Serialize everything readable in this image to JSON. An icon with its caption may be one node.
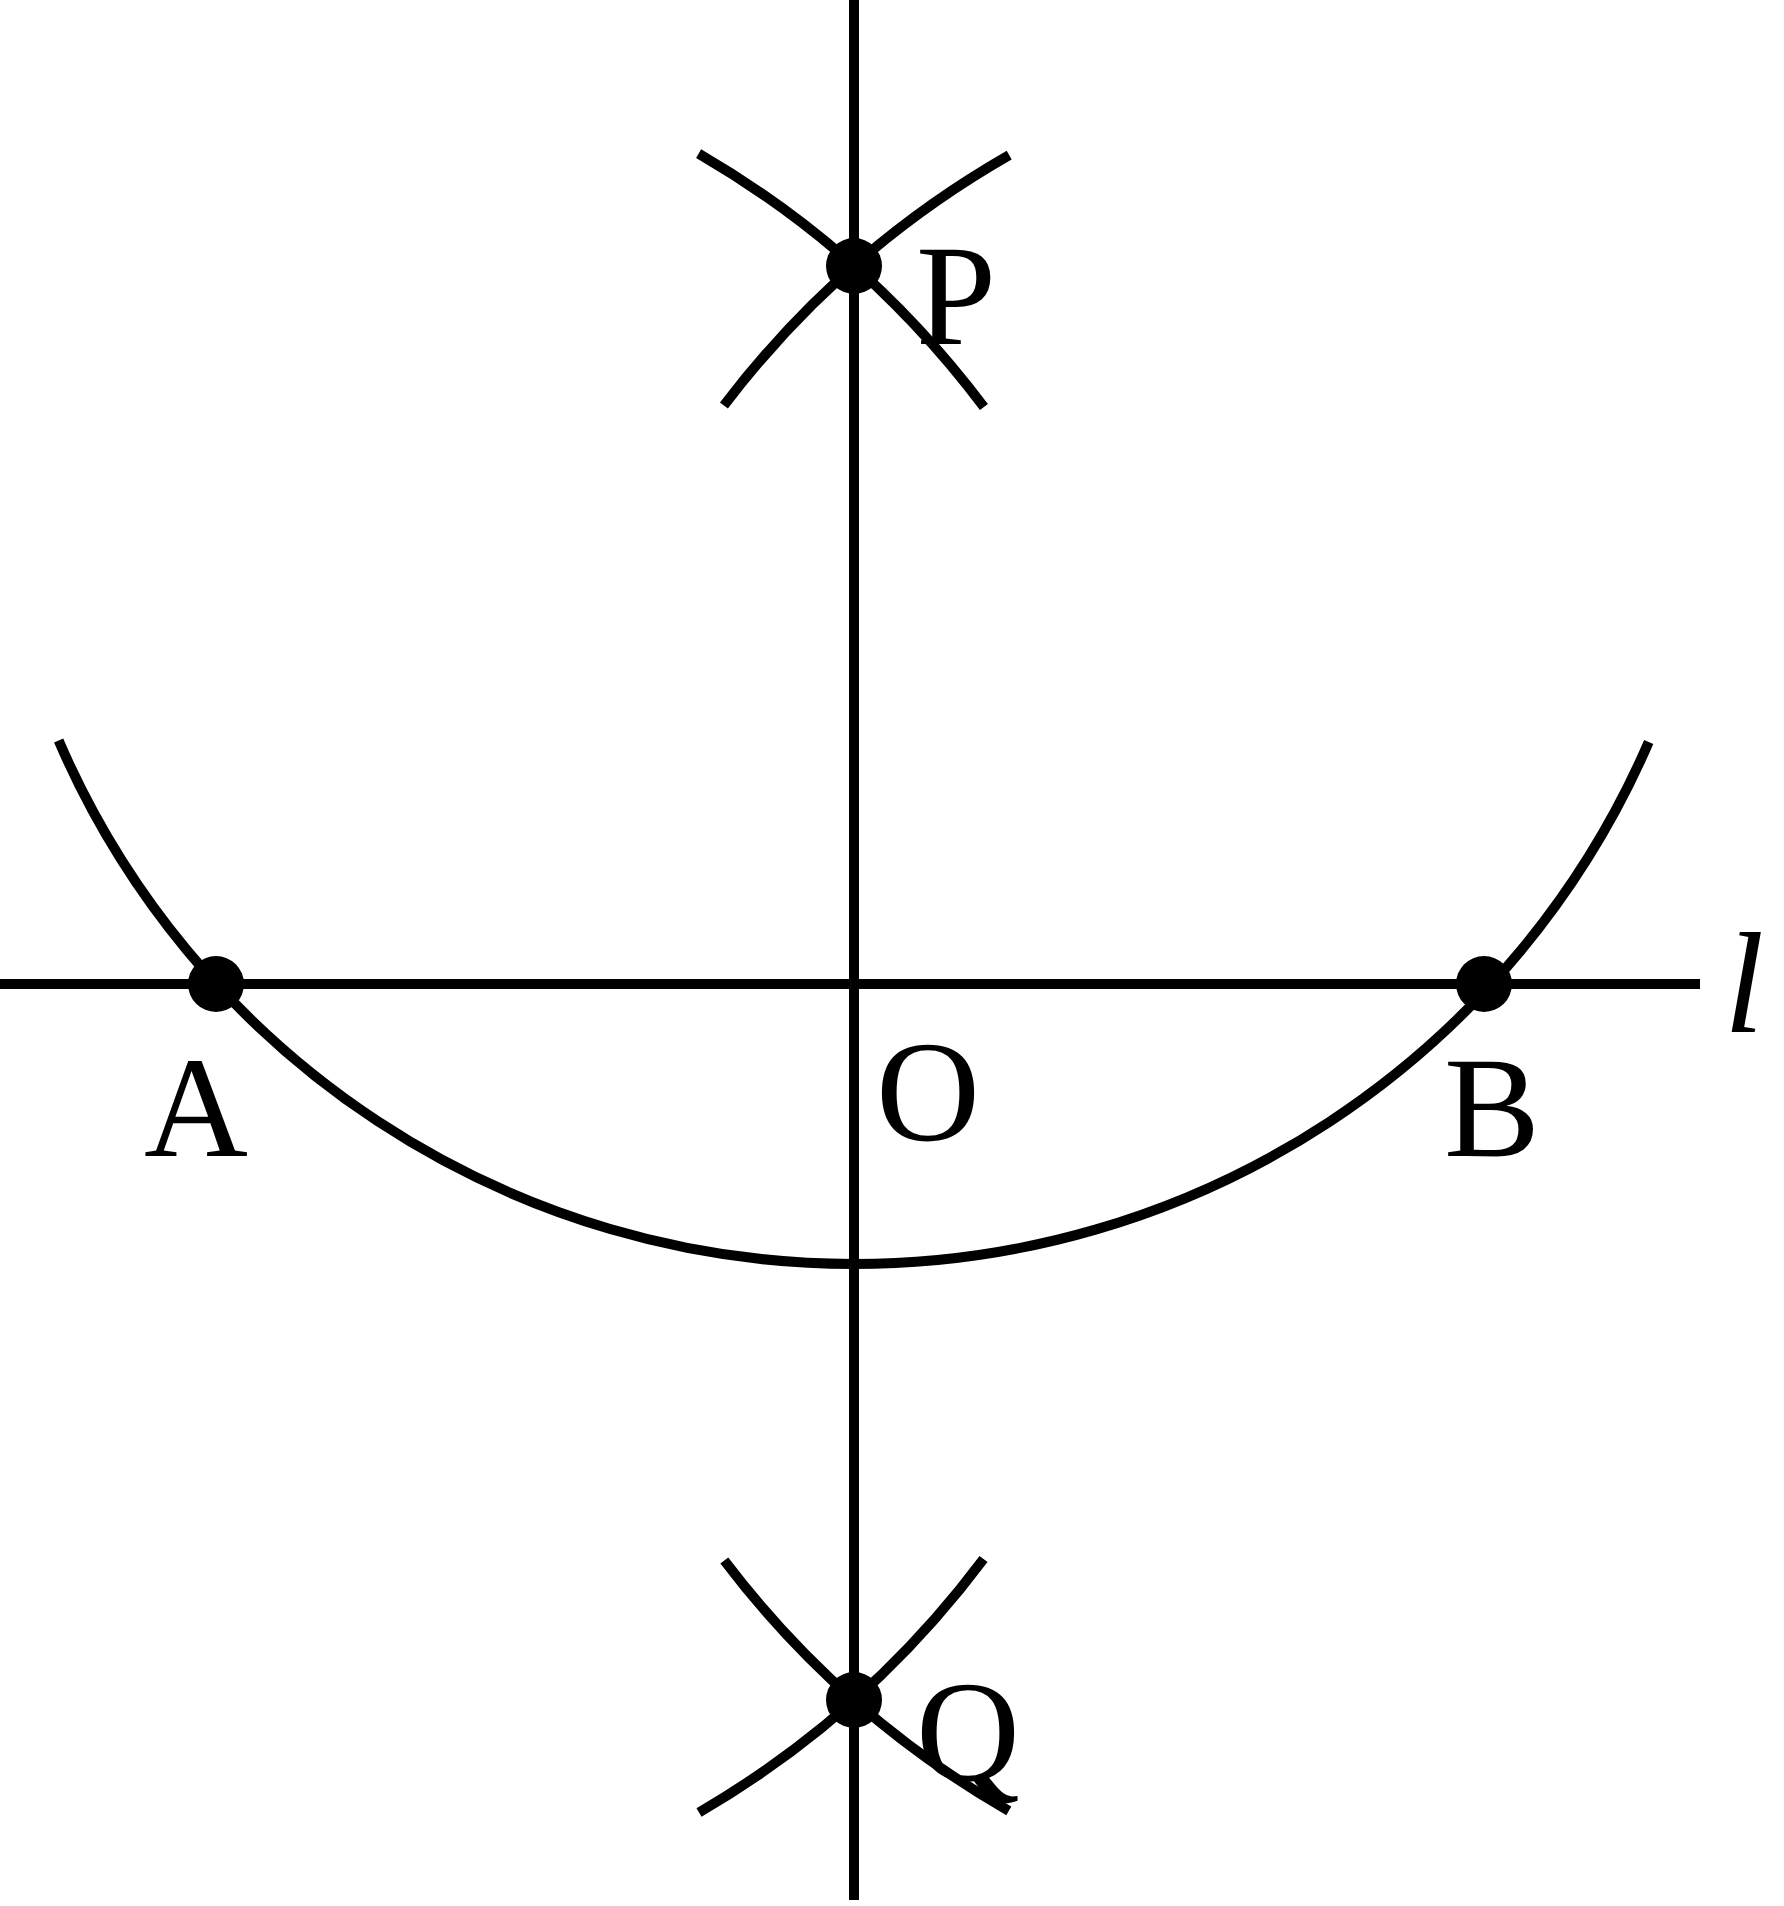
{
  "diagram": {
    "labels": [
      "P",
      "l",
      "A",
      "O",
      "B",
      "Q"
    ]
  }
}
